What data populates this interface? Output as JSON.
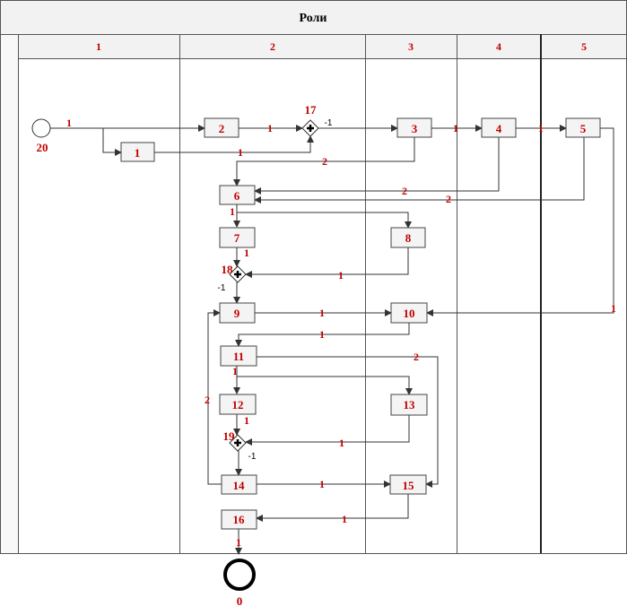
{
  "title": "Роли",
  "lanes": [
    "1",
    "2",
    "3",
    "4",
    "5"
  ],
  "nodes": {
    "b1": "1",
    "b2": "2",
    "b3": "3",
    "b4": "4",
    "b5": "5",
    "b6": "6",
    "b7": "7",
    "b8": "8",
    "b9": "9",
    "b10": "10",
    "b11": "11",
    "b12": "12",
    "b13": "13",
    "b14": "14",
    "b15": "15",
    "b16": "16",
    "g17": "17",
    "g18": "18",
    "g19": "19",
    "start": "20",
    "end": "0"
  },
  "gate_counts": {
    "g17": "-1",
    "g18": "-1",
    "g19": "-1"
  },
  "edge_labels": {
    "start_b2": "1",
    "b2_g17": "1",
    "b1_g17": "1",
    "b3_b4": "1",
    "b4_b5": "1",
    "b3_b6": "2",
    "b4_b6": "2",
    "b5_b6": "2",
    "b6_out": "1",
    "b7_g18": "1",
    "b8_g18": "1",
    "b9_b10": "1",
    "b5_b10": "1",
    "b10_b11": "1",
    "b11_b15": "2",
    "b11_out": "1",
    "b12_g19": "1",
    "b13_g19": "1",
    "b14_b9": "2",
    "b14_b15": "1",
    "b15_b16": "1",
    "b16_end": "1"
  }
}
